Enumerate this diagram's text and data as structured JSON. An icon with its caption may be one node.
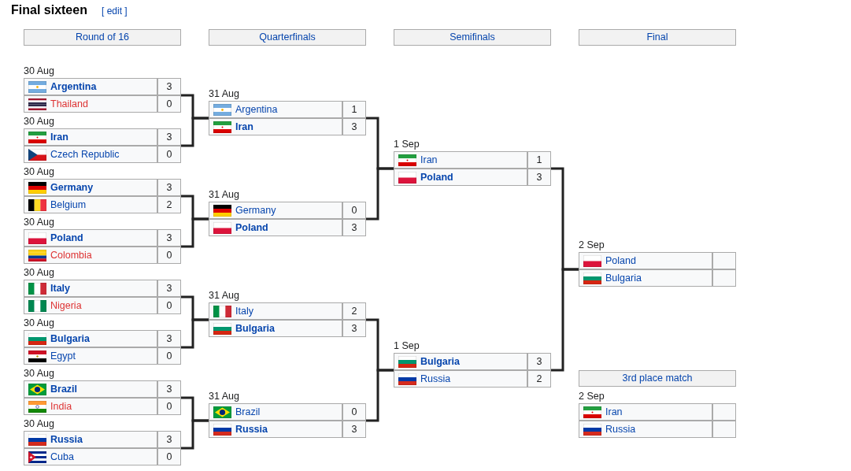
{
  "diagram": {
    "title": "Final sixteen",
    "nodes": [
      {
        "text": [
          "Round of 16"
        ]
      },
      {
        "text": [
          "Quarterfinals"
        ]
      },
      {
        "text": [
          "Semifinals"
        ]
      },
      {
        "text": [
          "Final"
        ]
      },
      {
        "text": [
          "Argentina",
          "3",
          "Thailand",
          "0"
        ],
        "beside": [
          "30 Aug"
        ]
      },
      {
        "text": [
          "Iran",
          "3",
          "Czech Republic",
          "0"
        ],
        "beside": [
          "30 Aug"
        ]
      },
      {
        "text": [
          "Germany",
          "3",
          "Belgium",
          "2"
        ],
        "beside": [
          "30 Aug"
        ]
      },
      {
        "text": [
          "Poland",
          "3",
          "Colombia",
          "0"
        ],
        "beside": [
          "30 Aug"
        ]
      },
      {
        "text": [
          "Italy",
          "3",
          "Nigeria",
          "0"
        ],
        "beside": [
          "30 Aug"
        ]
      },
      {
        "text": [
          "Bulgaria",
          "3",
          "Egypt",
          "0"
        ],
        "beside": [
          "30 Aug"
        ]
      },
      {
        "text": [
          "Brazil",
          "3",
          "India",
          "0"
        ],
        "beside": [
          "30 Aug"
        ]
      },
      {
        "text": [
          "Russia",
          "3",
          "Cuba",
          "0"
        ],
        "beside": [
          "30 Aug"
        ]
      },
      {
        "text": [
          "Argentina",
          "1",
          "Iran",
          "3"
        ],
        "beside": [
          "31 Aug"
        ]
      },
      {
        "text": [
          "Germany",
          "0",
          "Poland",
          "3"
        ],
        "beside": [
          "31 Aug"
        ]
      },
      {
        "text": [
          "Italy",
          "2",
          "Bulgaria",
          "3"
        ],
        "beside": [
          "31 Aug"
        ]
      },
      {
        "text": [
          "Brazil",
          "0",
          "Russia",
          "3"
        ],
        "beside": [
          "31 Aug"
        ]
      },
      {
        "text": [
          "Iran",
          "1",
          "Poland",
          "3"
        ],
        "beside": [
          "1 Sep"
        ]
      },
      {
        "text": [
          "Bulgaria",
          "3",
          "Russia",
          "2"
        ],
        "beside": [
          "1 Sep"
        ]
      },
      {
        "text": [
          "Poland",
          "Bulgaria"
        ],
        "beside": [
          "2 Sep"
        ]
      },
      {
        "text": [
          "3rd place match"
        ]
      },
      {
        "text": [
          "Iran",
          "Russia"
        ],
        "beside": [
          "2 Sep"
        ]
      }
    ],
    "edges": [
      {
        "from": 4,
        "to": 12,
        "arrow": "none"
      },
      {
        "from": 5,
        "to": 12,
        "arrow": "none"
      },
      {
        "from": 6,
        "to": 13,
        "arrow": "none"
      },
      {
        "from": 7,
        "to": 13,
        "arrow": "none"
      },
      {
        "from": 8,
        "to": 14,
        "arrow": "none"
      },
      {
        "from": 9,
        "to": 14,
        "arrow": "none"
      },
      {
        "from": 10,
        "to": 15,
        "arrow": "none"
      },
      {
        "from": 11,
        "to": 15,
        "arrow": "none"
      },
      {
        "from": 12,
        "to": 16,
        "arrow": "none"
      },
      {
        "from": 13,
        "to": 16,
        "arrow": "none"
      },
      {
        "from": 14,
        "to": 17,
        "arrow": "none"
      },
      {
        "from": 15,
        "to": 17,
        "arrow": "none"
      },
      {
        "from": 16,
        "to": 18,
        "arrow": "none"
      },
      {
        "from": 17,
        "to": 18,
        "arrow": "none"
      }
    ],
    "labels": [
      "[ edit ]"
    ]
  }
}
